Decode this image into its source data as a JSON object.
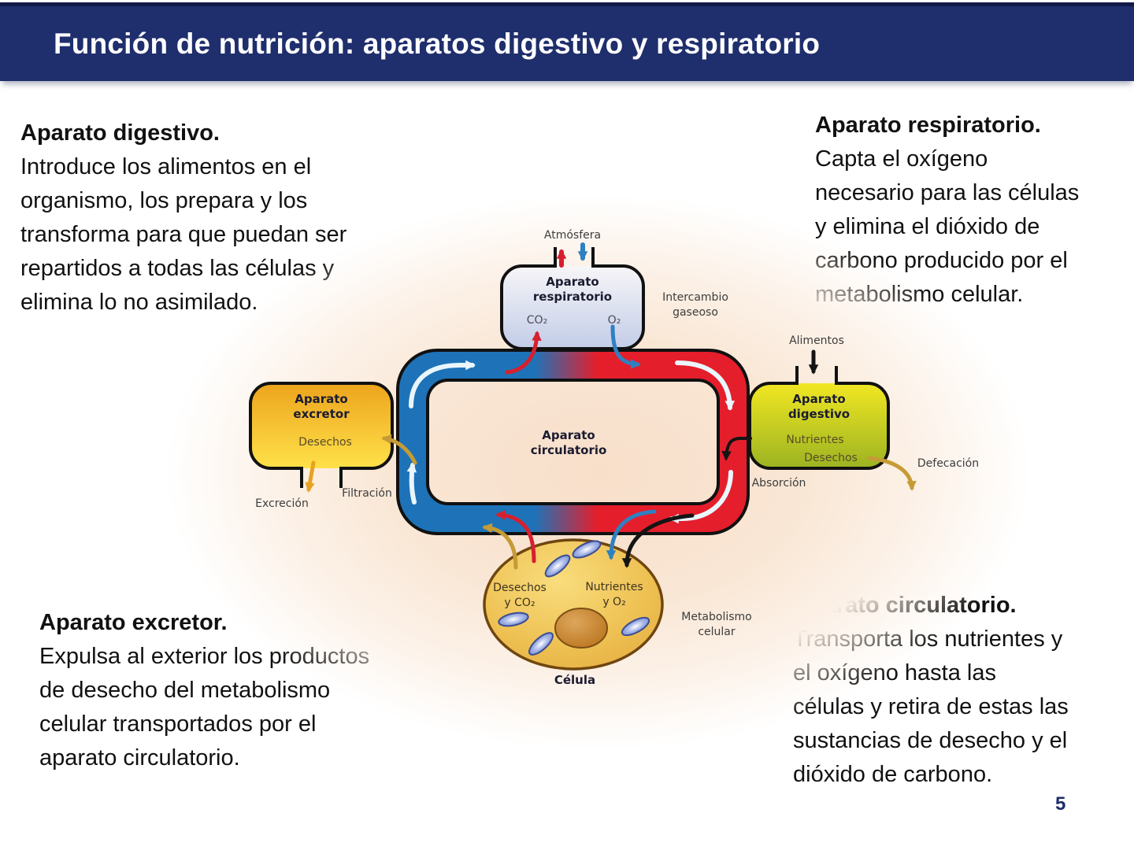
{
  "slide": {
    "title": "Función de nutrición: aparatos digestivo y respiratorio",
    "page_number": "5"
  },
  "blocks": {
    "digestivo": {
      "heading": "Aparato digestivo.",
      "body": "Introduce los alimentos en el\norganismo, los prepara y los\ntransforma para que puedan ser\nrepartidos a todas las células y\nelimina lo no asimilado."
    },
    "respiratorio": {
      "heading": "Aparato respiratorio.",
      "body": "Capta el oxígeno\nnecesario para las células\ny elimina el dióxido de\ncarbono producido por el\nmetabolismo celular."
    },
    "excretor": {
      "heading": "Aparato excretor.",
      "body": "Expulsa al exterior los productos\nde desecho del metabolismo\ncelular transportados por el\naparato circulatorio."
    },
    "circulatorio": {
      "heading": "Aparato circulatorio.",
      "body": "Transporta los nutrientes y\nel oxígeno hasta las\ncélulas y retira de estas las\nsustancias de desecho y el\ndióxido de carbono."
    }
  },
  "diagram": {
    "atmosfera": "Atmósfera",
    "intercambio": {
      "line1": "Intercambio",
      "line2": "gaseoso"
    },
    "respiratorio_box": {
      "line1": "Aparato",
      "line2": "respiratorio",
      "co2": "CO₂",
      "o2": "O₂"
    },
    "excretor_box": {
      "line1": "Aparato",
      "line2": "excretor",
      "desechos": "Desechos"
    },
    "digestivo_box": {
      "line1": "Aparato",
      "line2": "digestivo",
      "nutrientes": "Nutrientes",
      "desechos": "Desechos"
    },
    "circulatorio_box": {
      "line1": "Aparato",
      "line2": "circulatorio"
    },
    "alimentos": "Alimentos",
    "defecacion": "Defecación",
    "absorcion": "Absorción",
    "excrecion": "Excreción",
    "filtracion": "Filtración",
    "celula": {
      "label": "Célula",
      "desechos_line1": "Desechos",
      "desechos_line2": "y CO₂",
      "nutrientes_line1": "Nutrientes",
      "nutrientes_line2": "y O₂"
    },
    "metabolismo": {
      "line1": "Metabolismo",
      "line2": "celular"
    }
  },
  "colors": {
    "header_bg": "#1f2e6c",
    "ring_blue": "#1e73b8",
    "ring_red": "#e51e2b",
    "box_respiratorio_bottom": "#c3cde8",
    "box_excretor_top": "#eca41c",
    "box_excretor_bottom": "#ffe14a",
    "box_digestivo_top": "#f1e722",
    "box_digestivo_bottom": "#9cb322",
    "cell_fill": "#eec153",
    "arrow_gold": "#c59b35",
    "arrow_orange": "#e8a122",
    "arrow_red": "#d6202f",
    "arrow_blue": "#2f80c0"
  }
}
